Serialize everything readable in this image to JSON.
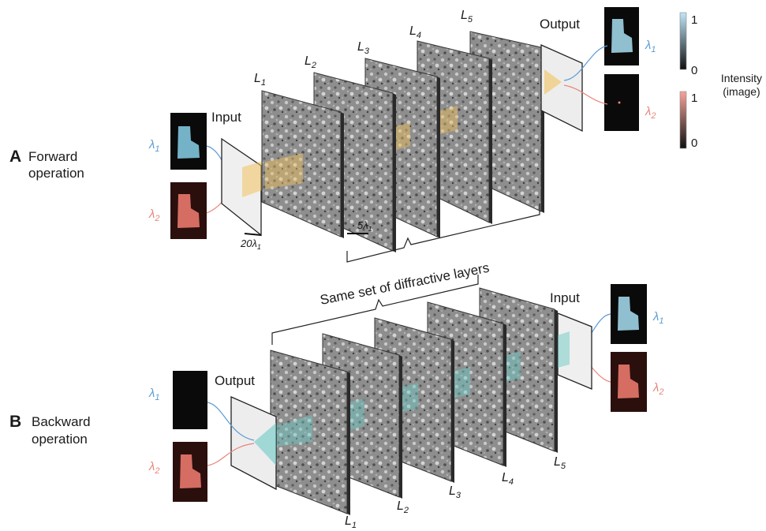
{
  "panels": {
    "forward": {
      "letter": "A",
      "line1": "Forward",
      "line2": "operation"
    },
    "backward": {
      "letter": "B",
      "line1": "Backward",
      "line2": "operation"
    }
  },
  "planes": {
    "input": "Input",
    "output": "Output"
  },
  "layers": [
    {
      "letter": "L",
      "sub": "1"
    },
    {
      "letter": "L",
      "sub": "2"
    },
    {
      "letter": "L",
      "sub": "3"
    },
    {
      "letter": "L",
      "sub": "4"
    },
    {
      "letter": "L",
      "sub": "5"
    }
  ],
  "wavelengths": {
    "one": {
      "symbol": "λ",
      "sub": "1"
    },
    "two": {
      "symbol": "λ",
      "sub": "2"
    }
  },
  "scalebars": {
    "input": {
      "num": "20",
      "symbol": "λ",
      "sub": "1"
    },
    "layer": {
      "num": "5",
      "symbol": "λ",
      "sub": "1"
    }
  },
  "shared_label": "Same set of diffractive layers",
  "colorbars": {
    "blue": {
      "max": "1",
      "min": "0",
      "color": "#bfe6f7"
    },
    "red": {
      "max": "1",
      "min": "0",
      "color": "#f7a49a"
    }
  },
  "intensity_title_1": "Intensity",
  "intensity_title_2": "(image)",
  "colors": {
    "blue_beam": "#6cc9c4",
    "yellow_beam": "#f2c25c",
    "blue": "#5b9bd5",
    "red": "#e8847a"
  }
}
